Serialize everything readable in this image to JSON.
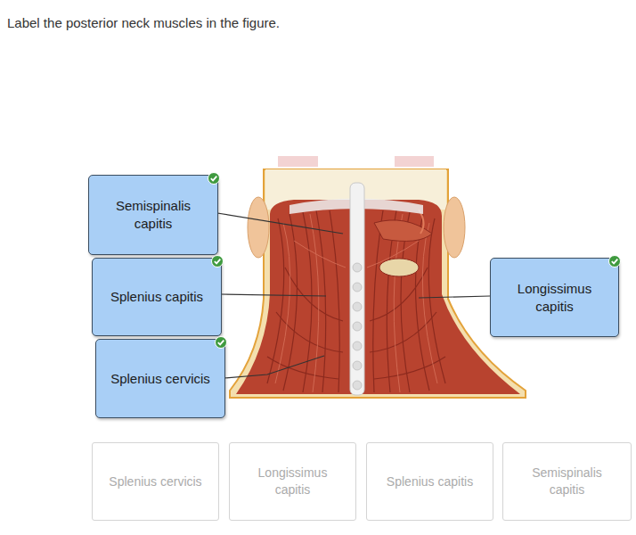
{
  "diagram": {
    "title": "Label the posterior neck muscles in the figure.",
    "nodes": [
      {
        "text": [
          "Semispinalis capitis"
        ]
      },
      {
        "text": [
          "Splenius capitis"
        ]
      },
      {
        "text": [
          "Longissimus capitis"
        ]
      },
      {
        "text": [
          "Splenius cervicis"
        ]
      },
      {
        "text": [
          "Splenius cervicis"
        ]
      },
      {
        "text": [
          "Longissimus capitis"
        ]
      },
      {
        "text": [
          "Splenius capitis"
        ]
      },
      {
        "text": [
          "Semispinalis capitis"
        ]
      }
    ]
  }
}
